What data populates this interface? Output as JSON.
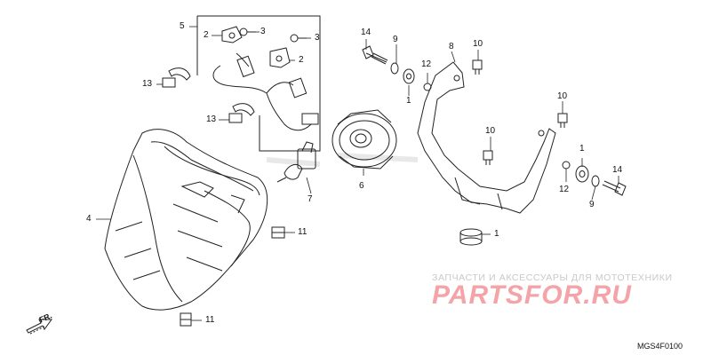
{
  "callouts": {
    "c1a": "1",
    "c1b": "1",
    "c1c": "1",
    "c2a": "2",
    "c2b": "2",
    "c3a": "3",
    "c3b": "3",
    "c4": "4",
    "c5": "5",
    "c6": "6",
    "c7": "7",
    "c8": "8",
    "c9a": "9",
    "c9b": "9",
    "c10a": "10",
    "c10b": "10",
    "c10c": "10",
    "c11a": "11",
    "c11b": "11",
    "c12a": "12",
    "c12b": "12",
    "c13a": "13",
    "c13b": "13",
    "c14a": "14",
    "c14b": "14"
  },
  "watermark": {
    "subtitle": "ЗАПЧАСТИ И АКСЕССУАРЫ ДЛЯ МОТОТЕХНИКИ",
    "brand": "PARTSFOR.RU"
  },
  "direction_label": "FR.",
  "diagram_code": "MGS4F0100",
  "colors": {
    "line": "#222222",
    "watermark_red": "#f4a4a8",
    "watermark_grey": "#c9c9c9"
  }
}
